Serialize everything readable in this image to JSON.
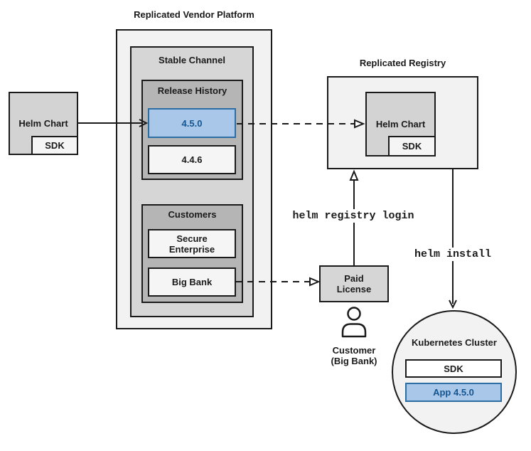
{
  "colors": {
    "ink": "#1a1a1a",
    "accent-fill": "#a9c7e8",
    "accent-border": "#2c6da4",
    "accent-text": "#15548f",
    "container-fill": "#f2f2f2",
    "channel-fill": "#d6d6d6",
    "group-fill": "#b5b5b5",
    "chart-fill": "#d3d3d3",
    "item-fill": "#f5f5f5",
    "white": "#ffffff"
  },
  "platform": {
    "title": "Replicated Vendor Platform"
  },
  "source_chart": {
    "label": "Helm Chart",
    "sdk_label": "SDK"
  },
  "stable_channel": {
    "label": "Stable Channel"
  },
  "release_history": {
    "label": "Release History",
    "releases": [
      {
        "version": "4.5.0",
        "highlighted": true
      },
      {
        "version": "4.4.6",
        "highlighted": false
      }
    ]
  },
  "customers": {
    "label": "Customers",
    "items": [
      {
        "name": "Secure Enterprise"
      },
      {
        "name": "Big Bank"
      }
    ]
  },
  "registry": {
    "title": "Replicated Registry",
    "chart_label": "Helm Chart",
    "sdk_label": "SDK"
  },
  "paid_license": {
    "label": "Paid License"
  },
  "customer_actor": {
    "line1": "Customer",
    "line2": "(Big Bank)"
  },
  "commands": {
    "registry_login": "helm registry login",
    "install": "helm install"
  },
  "cluster": {
    "title": "Kubernetes Cluster",
    "sdk_label": "SDK",
    "app_label": "App 4.5.0"
  }
}
